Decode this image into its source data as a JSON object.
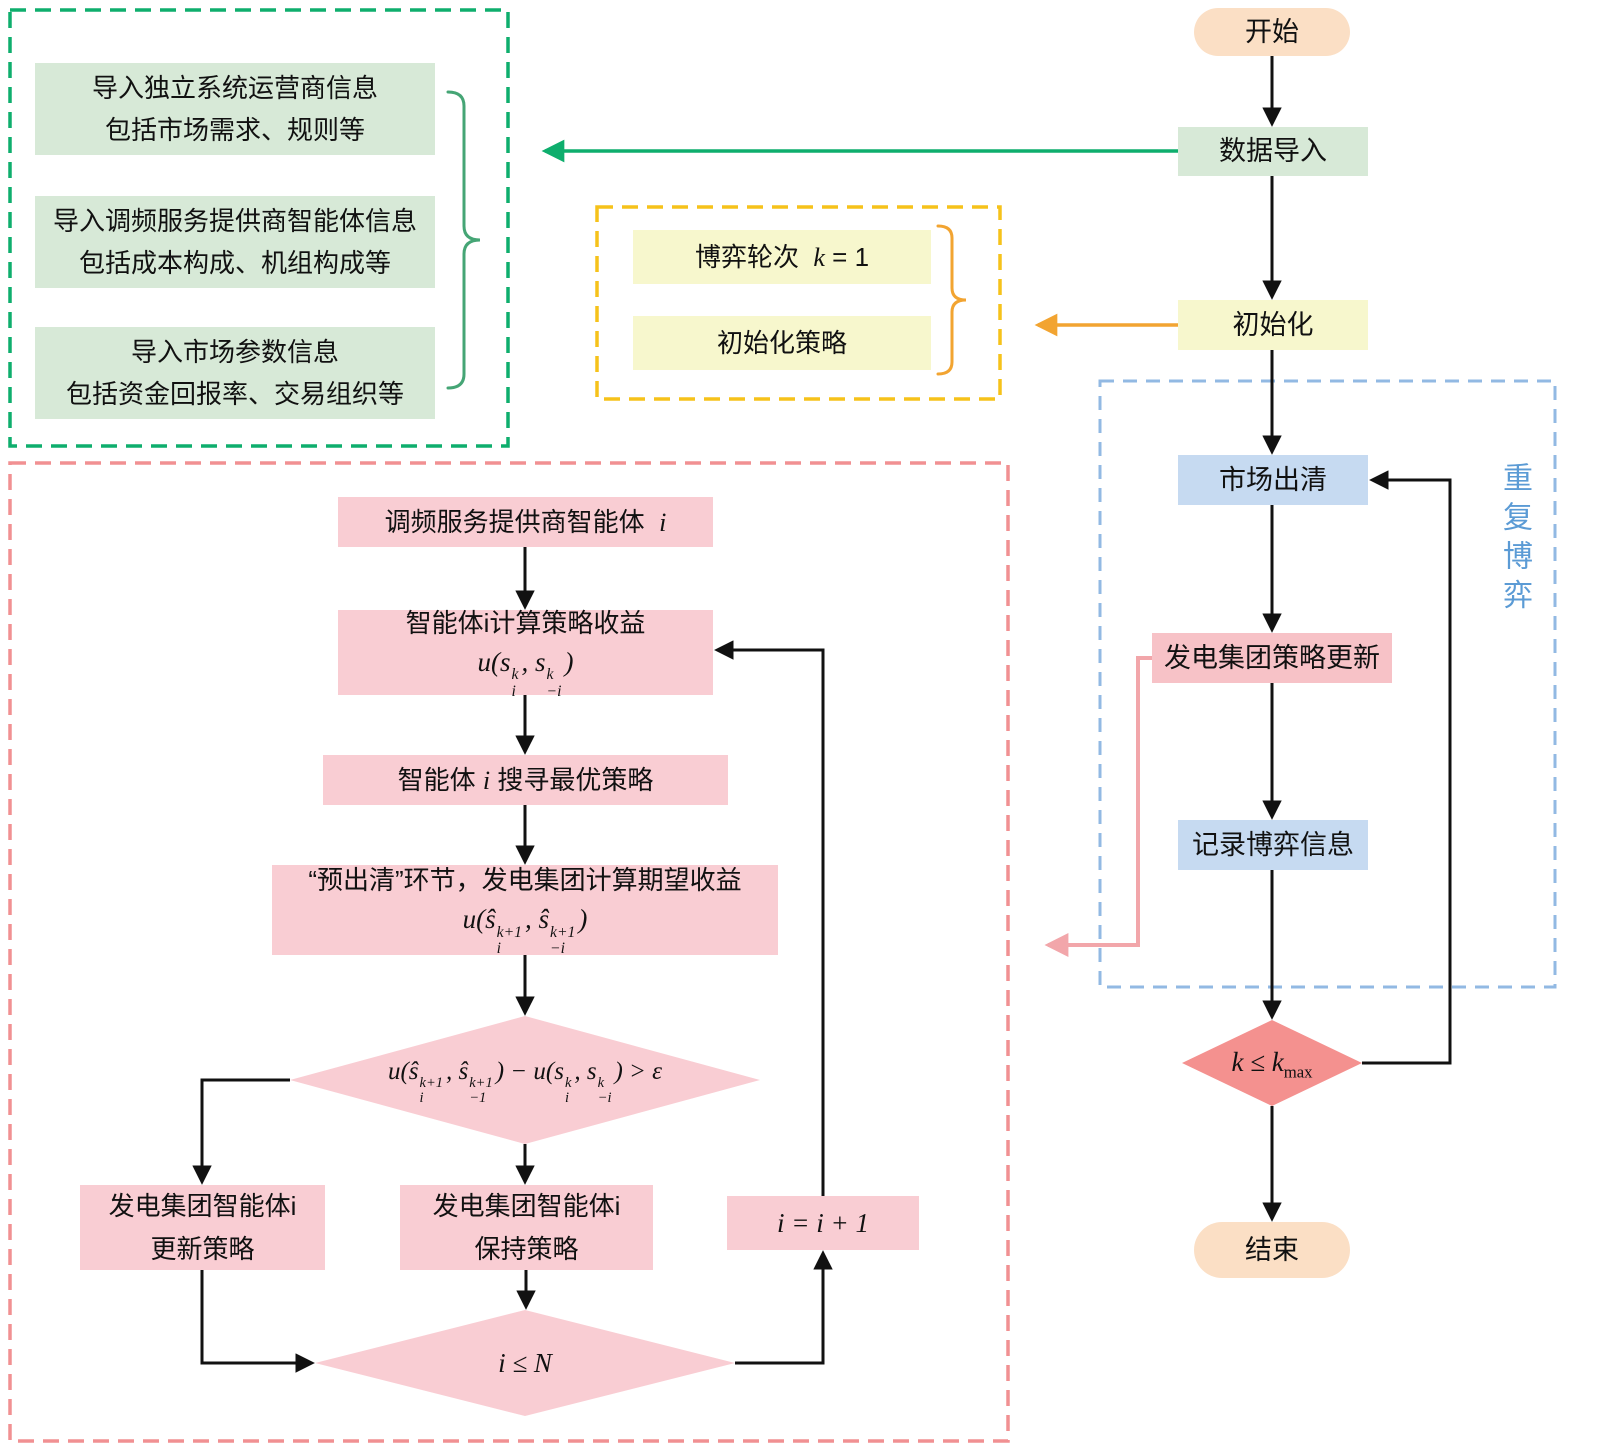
{
  "palette": {
    "green-border": "#0eae6d",
    "green-fill": "#d7e9d7",
    "yellow-border": "#f6c21a",
    "yellow-fill": "#f7f7cd",
    "pink-border": "#f19092",
    "pink-fill": "#f9cdd3",
    "rose-fill": "#f7c2c7",
    "blue-border": "#92b9e3",
    "blue-fill": "#c6daf1",
    "peach-fill": "#fbdfc5",
    "red-diamond-fill": "#f4918f",
    "arrow-color": "#111111",
    "pink-arrow-color": "#f2a6aa",
    "repeat-label-color": "#5b9bd5"
  },
  "main_flow": {
    "start": "开始",
    "data_import": "数据导入",
    "init": "初始化",
    "market_clearing": "市场出清",
    "strategy_update": "发电集团策略更新",
    "record_game": "记录博弈信息",
    "k_check_html": "k ≤ k<sub class='up'>max</sub>",
    "end": "结束",
    "repeat_label": "重复博弈"
  },
  "import_group": {
    "boxes": [
      {
        "line1": "导入独立系统运营商信息",
        "line2": "包括市场需求、规则等"
      },
      {
        "line1": "导入调频服务提供商智能体信息",
        "line2": "包括成本构成、机组构成等"
      },
      {
        "line1": "导入市场参数信息",
        "line2": "包括资金回报率、交易组织等"
      }
    ]
  },
  "init_group": {
    "round_html": "博弈轮次&nbsp; <span class='m'>k</span> = 1",
    "strategy": "初始化策略"
  },
  "game_loop": {
    "agent_html": "调频服务提供商智能体&nbsp; <span class='m'>i</span>",
    "calc_line1": "智能体i计算策略收益",
    "calc_math": "u(s<span class='ms'><span>k</span><span>i</span></span>, s<span class='ms'><span>k</span><span>−i</span></span>)",
    "search_html": "智能体 <span class='m'>i</span> 搜寻最优策略",
    "preclear_line1": "“预出清”环节，发电集团计算期望收益",
    "preclear_math": "u(ŝ<span class='ms'><span>k+1</span><span>i</span></span>, ŝ<span class='ms'><span>k+1</span><span>−i</span></span>)",
    "decision_math": "u(ŝ<span class='ms'><span>k+1</span><span>i</span></span>, ŝ<span class='ms'><span>k+1</span><span>−1</span></span>) − u(s<span class='ms'><span>k</span><span>i</span></span>, s<span class='ms'><span>k</span><span>−i</span></span>) &gt; ε",
    "update_line1": "发电集团智能体i",
    "update_line2": "更新策略",
    "keep_line1": "发电集团智能体i",
    "keep_line2": "保持策略",
    "i_check_html": "i ≤ N",
    "increment_html": "i = i + 1"
  }
}
